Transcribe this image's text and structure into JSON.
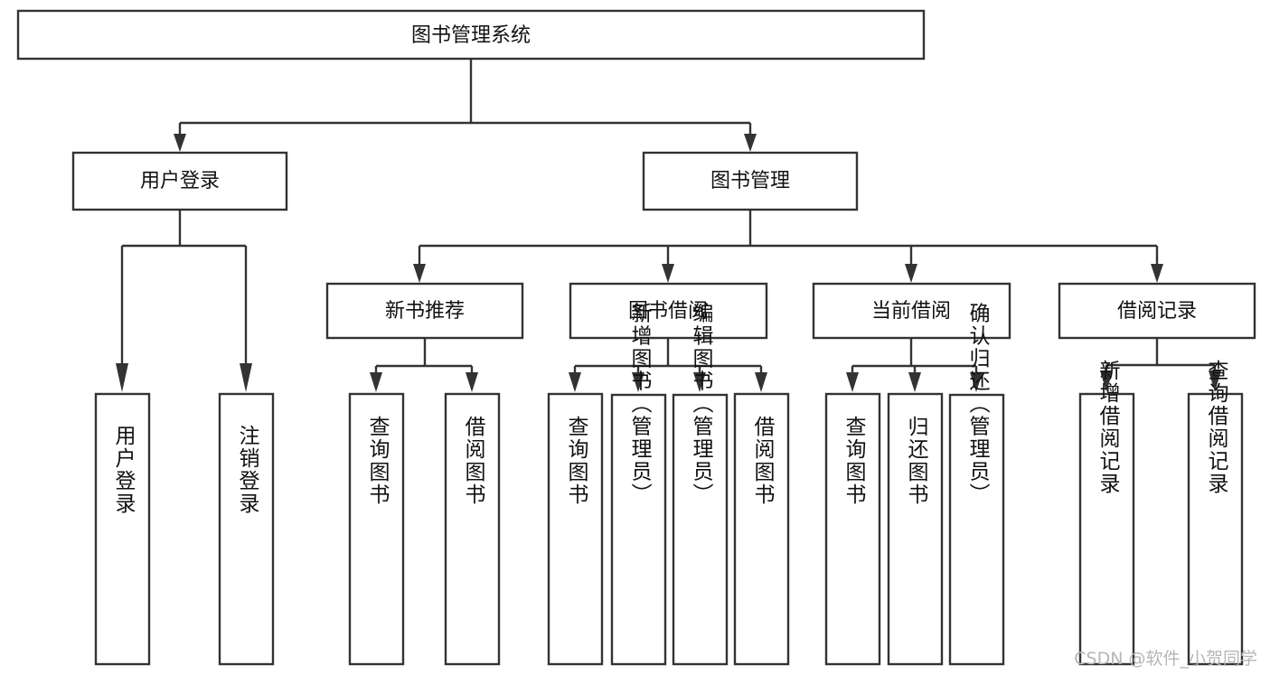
{
  "diagram": {
    "type": "tree",
    "title": "图书管理系统",
    "orientation": "top-down",
    "colors": {
      "node_fill": "#ffffff",
      "node_stroke": "#333333",
      "text": "#111111",
      "watermark": "#b6b6b6",
      "background": "#ffffff"
    },
    "root": {
      "id": "root",
      "label": "图书管理系统",
      "text_orientation": "horizontal"
    },
    "level2": [
      {
        "id": "user-login",
        "label": "用户登录",
        "text_orientation": "horizontal"
      },
      {
        "id": "book-manage",
        "label": "图书管理",
        "text_orientation": "horizontal"
      }
    ],
    "level3": [
      {
        "id": "new-book-rec",
        "label": "新书推荐",
        "parent": "book-manage",
        "text_orientation": "horizontal"
      },
      {
        "id": "book-borrow",
        "label": "图书借阅",
        "parent": "book-manage",
        "text_orientation": "horizontal"
      },
      {
        "id": "current-borrow",
        "label": "当前借阅",
        "parent": "book-manage",
        "text_orientation": "horizontal"
      },
      {
        "id": "borrow-record",
        "label": "借阅记录",
        "parent": "book-manage",
        "text_orientation": "horizontal"
      }
    ],
    "leaves": [
      {
        "id": "leaf-user-login",
        "label": "用户登录",
        "parent": "user-login",
        "text_orientation": "vertical"
      },
      {
        "id": "leaf-logout",
        "label": "注销登录",
        "parent": "user-login",
        "text_orientation": "vertical"
      },
      {
        "id": "leaf-query-book-1",
        "label": "查询图书",
        "parent": "new-book-rec",
        "text_orientation": "vertical"
      },
      {
        "id": "leaf-borrow-book-1",
        "label": "借阅图书",
        "parent": "new-book-rec",
        "text_orientation": "vertical"
      },
      {
        "id": "leaf-query-book-2",
        "label": "查询图书",
        "parent": "book-borrow",
        "text_orientation": "vertical"
      },
      {
        "id": "leaf-add-book",
        "label": "新增图书（管理员）",
        "parent": "book-borrow",
        "text_orientation": "vertical"
      },
      {
        "id": "leaf-edit-book",
        "label": "编辑图书（管理员）",
        "parent": "book-borrow",
        "text_orientation": "vertical"
      },
      {
        "id": "leaf-borrow-book-2",
        "label": "借阅图书",
        "parent": "book-borrow",
        "text_orientation": "vertical"
      },
      {
        "id": "leaf-query-book-3",
        "label": "查询图书",
        "parent": "current-borrow",
        "text_orientation": "vertical"
      },
      {
        "id": "leaf-return-book",
        "label": "归还图书",
        "parent": "current-borrow",
        "text_orientation": "vertical"
      },
      {
        "id": "leaf-confirm-return",
        "label": "确认归还（管理员）",
        "parent": "current-borrow",
        "text_orientation": "vertical"
      },
      {
        "id": "leaf-add-record",
        "label": "新增借阅记录",
        "parent": "borrow-record",
        "text_orientation": "vertical"
      },
      {
        "id": "leaf-query-record",
        "label": "查询借阅记录",
        "parent": "borrow-record",
        "text_orientation": "vertical"
      }
    ]
  },
  "watermark": {
    "label": "CSDN @软件_小贺同学"
  }
}
